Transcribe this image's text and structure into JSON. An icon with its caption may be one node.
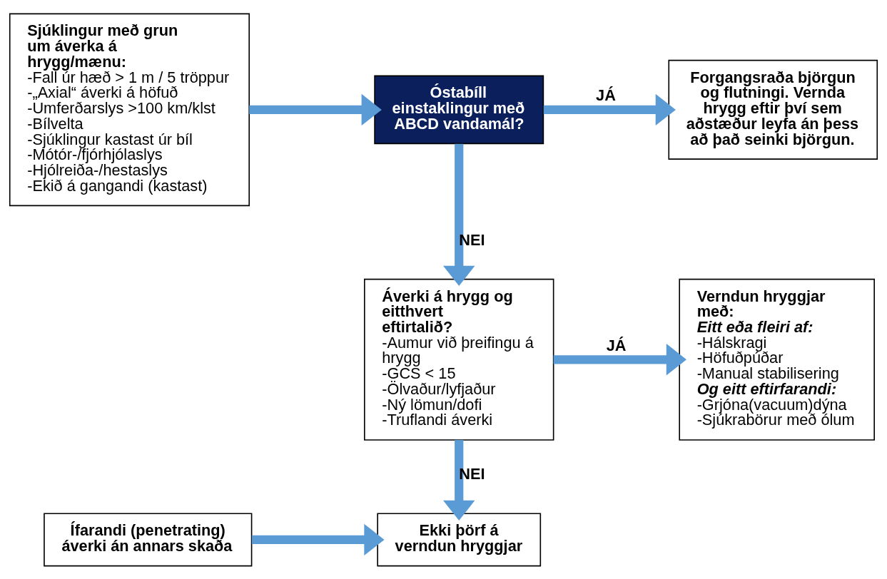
{
  "diagram": {
    "nodes": [
      {
        "text": [
          "Sjúklingur með grun um áverka á hrygg/mænu:",
          "-Fall úr hæð > 1 m / 5 tröppur",
          "-„Axial“ áverki á höfuð",
          "-Umferðarslys >100 km/klst",
          "-Bílvelta",
          "-Sjúklingur kastast úr bíl",
          "-Mótór-/fjórhjólaslys",
          "-Hjólreiða-/hestaslys",
          "-Ekið á gangandi (kastast)"
        ]
      },
      {
        "text": [
          "Óstabíll einstaklingur með ABCD vandamál?"
        ]
      },
      {
        "text": [
          "Forgangsraða björgun og flutningi. Vernda hrygg eftir því sem aðstæður leyfa án þess að það seinki björgun."
        ]
      },
      {
        "text": [
          "Áverki á hrygg og eitthvert eftirtalið?",
          "-Aumur við þreifingu á hrygg",
          "-GCS < 15",
          "-Ölvaður/lyfjaður",
          "-Ný lömun/dofi",
          "-Truflandi áverki"
        ]
      },
      {
        "text": [
          "Verndun hryggjar með:",
          "Eitt eða fleiri af:",
          "-Hálskragi",
          "-Höfuðpúðar",
          "-Manual stabilisering",
          "Og eitt eftirfarandi:",
          "-Grjóna(vacuum)dýna",
          "-Sjúkrabörur með ólum"
        ]
      },
      {
        "text": [
          "Ífarandi (penetrating) áverki án annars skaða"
        ]
      },
      {
        "text": [
          "Ekki þörf á verndun hryggjar"
        ]
      }
    ],
    "edges": [
      {
        "from": 0,
        "to": 1,
        "arrow": "to"
      },
      {
        "from": 1,
        "to": 2,
        "arrow": "to",
        "label": "JÁ"
      },
      {
        "from": 1,
        "to": 3,
        "arrow": "to",
        "label": "NEI"
      },
      {
        "from": 3,
        "to": 4,
        "arrow": "to",
        "label": "JÁ"
      },
      {
        "from": 3,
        "to": 6,
        "arrow": "to",
        "label": "NEI"
      },
      {
        "from": 5,
        "to": 6,
        "arrow": "to"
      }
    ]
  }
}
